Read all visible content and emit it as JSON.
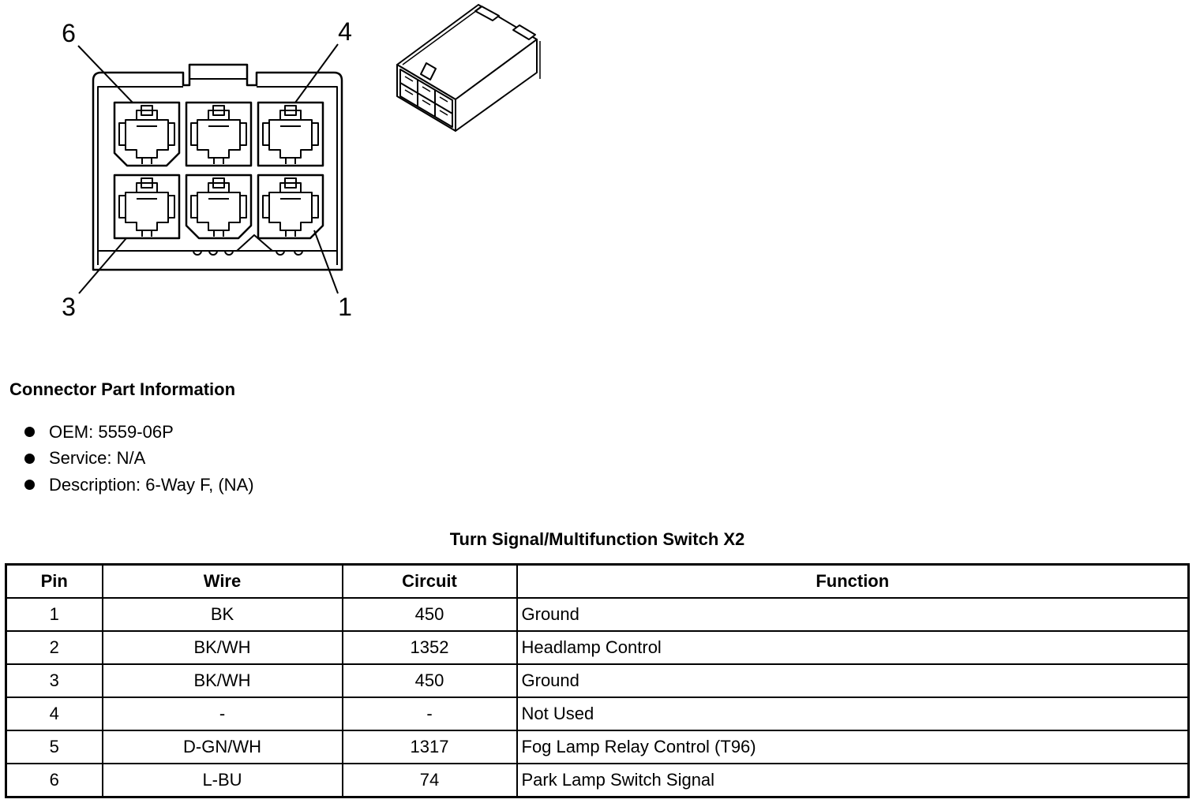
{
  "diagram": {
    "callouts": [
      {
        "label": "6"
      },
      {
        "label": "4"
      },
      {
        "label": "3"
      },
      {
        "label": "1"
      }
    ]
  },
  "part_info": {
    "heading": "Connector Part Information",
    "items": [
      {
        "text": "OEM: 5559-06P"
      },
      {
        "text": "Service: N/A"
      },
      {
        "text": "Description: 6-Way F, (NA)"
      }
    ]
  },
  "table": {
    "title": "Turn Signal/Multifunction Switch X2",
    "headers": {
      "pin": "Pin",
      "wire": "Wire",
      "circuit": "Circuit",
      "function": "Function"
    },
    "rows": [
      {
        "pin": "1",
        "wire": "BK",
        "circuit": "450",
        "function": "Ground"
      },
      {
        "pin": "2",
        "wire": "BK/WH",
        "circuit": "1352",
        "function": "Headlamp Control"
      },
      {
        "pin": "3",
        "wire": "BK/WH",
        "circuit": "450",
        "function": "Ground"
      },
      {
        "pin": "4",
        "wire": "-",
        "circuit": "-",
        "function": "Not Used"
      },
      {
        "pin": "5",
        "wire": "D-GN/WH",
        "circuit": "1317",
        "function": "Fog Lamp Relay Control (T96)"
      },
      {
        "pin": "6",
        "wire": "L-BU",
        "circuit": "74",
        "function": "Park Lamp Switch Signal"
      }
    ]
  }
}
